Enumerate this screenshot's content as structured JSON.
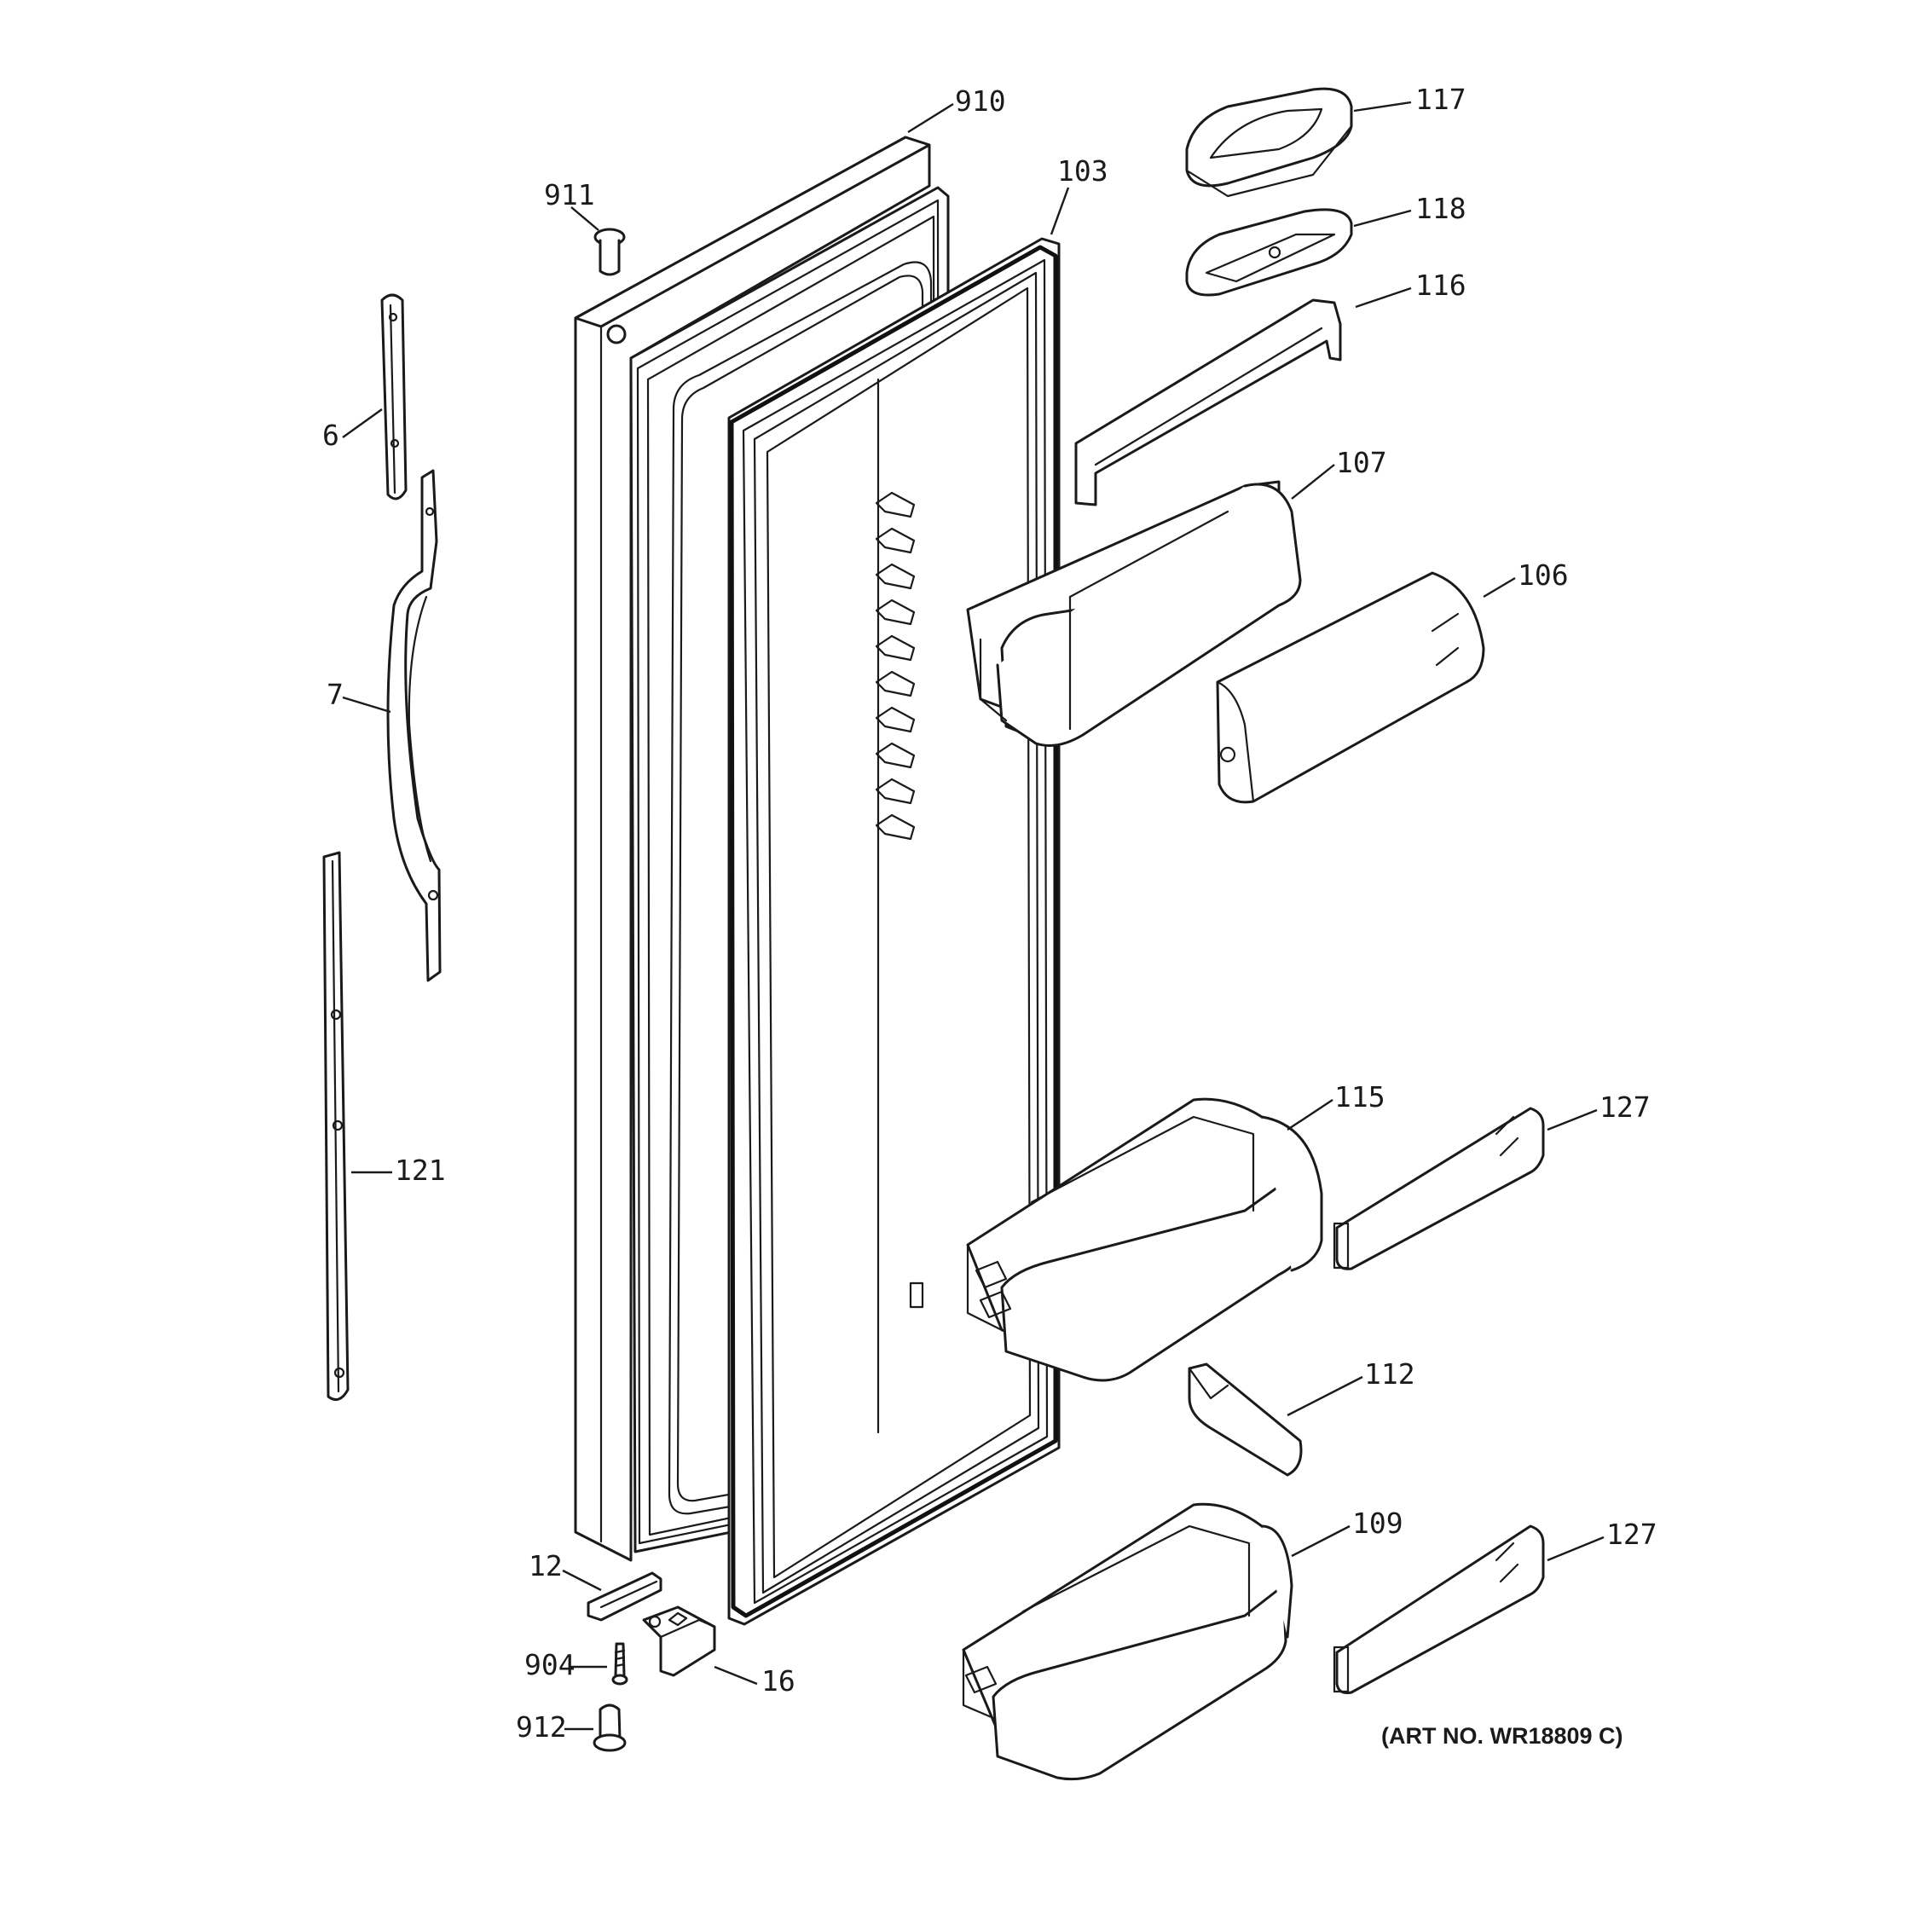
{
  "callouts": {
    "c910": "910",
    "c911": "911",
    "c103": "103",
    "c117": "117",
    "c118": "118",
    "c116": "116",
    "c6": "6",
    "c7": "7",
    "c107": "107",
    "c106": "106",
    "c121": "121",
    "c115": "115",
    "c127a": "127",
    "c112": "112",
    "c109": "109",
    "c127b": "127",
    "c12": "12",
    "c904": "904",
    "c16": "16",
    "c912": "912"
  },
  "art_number": "(ART NO. WR18809 C)"
}
